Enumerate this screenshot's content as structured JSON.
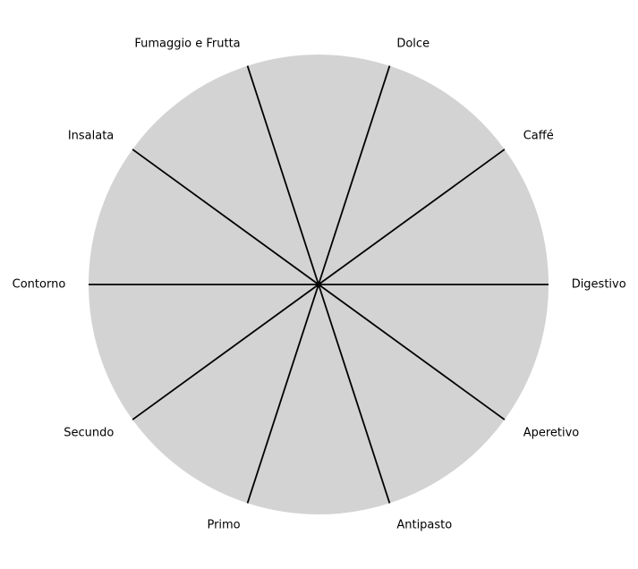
{
  "chart_data": {
    "type": "pie",
    "categories": [
      "Digestivo",
      "Caffé",
      "Dolce",
      "Fumaggio e Frutta",
      "Insalata",
      "Contorno",
      "Secundo",
      "Primo",
      "Antipasto",
      "Aperetivo"
    ],
    "values": [
      1,
      1,
      1,
      1,
      1,
      1,
      1,
      1,
      1,
      1
    ],
    "start_angle_deg": 0,
    "direction": "counterclockwise",
    "labels_at": "slice-start",
    "title": "",
    "legend": "none",
    "colors": {
      "fill": "#d3d3d3",
      "edge": "#000000",
      "background": "#ffffff",
      "text": "#000000"
    }
  }
}
